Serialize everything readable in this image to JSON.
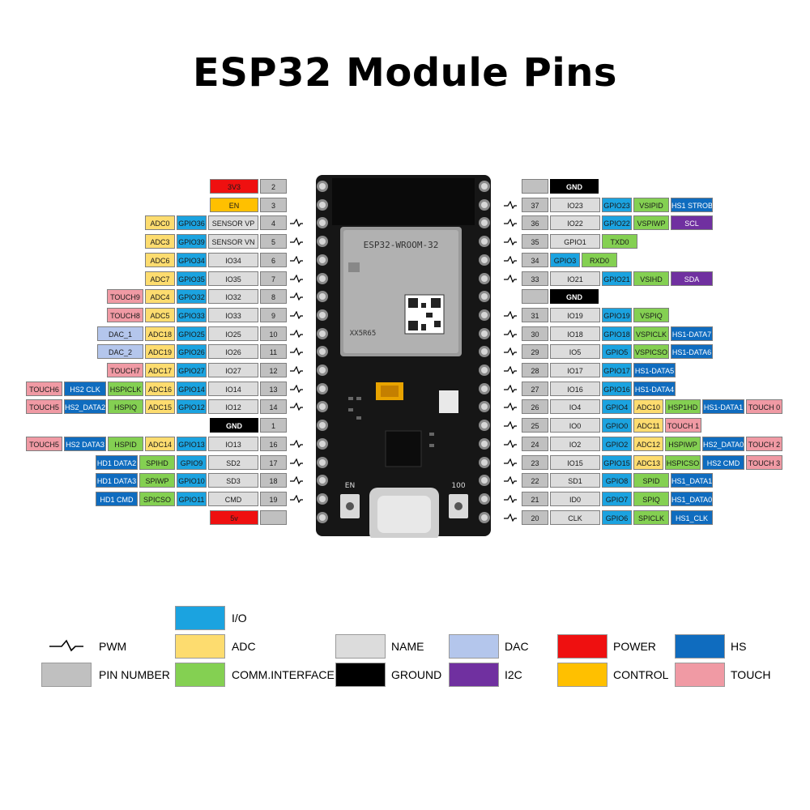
{
  "title": "ESP32 Module Pins",
  "colors": {
    "io": "#1ba3e0",
    "adc": "#fddc6f",
    "comm": "#84d052",
    "name": "#dcdcdc",
    "num": "#c0c0c0",
    "ground": "#000000",
    "dac": "#b4c6ec",
    "i2c": "#7030a0",
    "power": "#ef1010",
    "control": "#ffc000",
    "hs": "#0f6cbf",
    "touch": "#f09aa4"
  },
  "left_rows": [
    {
      "pwm": false,
      "cells": [
        {
          "t": "power",
          "v": "3V3"
        },
        {
          "t": "num",
          "v": "2"
        }
      ]
    },
    {
      "pwm": false,
      "cells": [
        {
          "t": "control",
          "v": "EN"
        },
        {
          "t": "num",
          "v": "3"
        }
      ]
    },
    {
      "pwm": true,
      "cells": [
        {
          "t": "adc",
          "v": "ADC0"
        },
        {
          "t": "io",
          "v": "GPIO36"
        },
        {
          "t": "name",
          "v": "SENSOR VP"
        },
        {
          "t": "num",
          "v": "4"
        }
      ]
    },
    {
      "pwm": true,
      "cells": [
        {
          "t": "adc",
          "v": "ADC3"
        },
        {
          "t": "io",
          "v": "GPIO39"
        },
        {
          "t": "name",
          "v": "SENSOR VN"
        },
        {
          "t": "num",
          "v": "5"
        }
      ]
    },
    {
      "pwm": true,
      "cells": [
        {
          "t": "adc",
          "v": "ADC6"
        },
        {
          "t": "io",
          "v": "GPIO34"
        },
        {
          "t": "name",
          "v": "IO34"
        },
        {
          "t": "num",
          "v": "6"
        }
      ]
    },
    {
      "pwm": true,
      "cells": [
        {
          "t": "adc",
          "v": "ADC7"
        },
        {
          "t": "io",
          "v": "GPIO35"
        },
        {
          "t": "name",
          "v": "IO35"
        },
        {
          "t": "num",
          "v": "7"
        }
      ]
    },
    {
      "pwm": true,
      "cells": [
        {
          "t": "touch",
          "v": "TOUCH9"
        },
        {
          "t": "adc",
          "v": "ADC4"
        },
        {
          "t": "io",
          "v": "GPIO32"
        },
        {
          "t": "name",
          "v": "IO32"
        },
        {
          "t": "num",
          "v": "8"
        }
      ]
    },
    {
      "pwm": true,
      "cells": [
        {
          "t": "touch",
          "v": "TOUCH8"
        },
        {
          "t": "adc",
          "v": "ADC5"
        },
        {
          "t": "io",
          "v": "GPIO33"
        },
        {
          "t": "name",
          "v": "IO33"
        },
        {
          "t": "num",
          "v": "9"
        }
      ]
    },
    {
      "pwm": true,
      "cells": [
        {
          "t": "dac",
          "v": "DAC_1"
        },
        {
          "t": "adc",
          "v": "ADC18"
        },
        {
          "t": "io",
          "v": "GPIO25"
        },
        {
          "t": "name",
          "v": "IO25"
        },
        {
          "t": "num",
          "v": "10"
        }
      ]
    },
    {
      "pwm": true,
      "cells": [
        {
          "t": "dac",
          "v": "DAC_2"
        },
        {
          "t": "adc",
          "v": "ADC19"
        },
        {
          "t": "io",
          "v": "GPIO26"
        },
        {
          "t": "name",
          "v": "IO26"
        },
        {
          "t": "num",
          "v": "11"
        }
      ]
    },
    {
      "pwm": true,
      "cells": [
        {
          "t": "touch",
          "v": "TOUCH7"
        },
        {
          "t": "adc",
          "v": "ADC17"
        },
        {
          "t": "io",
          "v": "GPIO27"
        },
        {
          "t": "name",
          "v": "IO27"
        },
        {
          "t": "num",
          "v": "12"
        }
      ]
    },
    {
      "pwm": true,
      "cells": [
        {
          "t": "touch",
          "v": "TOUCH6"
        },
        {
          "t": "hs",
          "v": "HS2 CLK"
        },
        {
          "t": "comm",
          "v": "HSPICLK"
        },
        {
          "t": "adc",
          "v": "ADC16"
        },
        {
          "t": "io",
          "v": "GPIO14"
        },
        {
          "t": "name",
          "v": "IO14"
        },
        {
          "t": "num",
          "v": "13"
        }
      ]
    },
    {
      "pwm": true,
      "cells": [
        {
          "t": "touch",
          "v": "TOUCH5"
        },
        {
          "t": "hs",
          "v": "HS2_DATA2"
        },
        {
          "t": "comm",
          "v": "HSPIQ"
        },
        {
          "t": "adc",
          "v": "ADC15"
        },
        {
          "t": "io",
          "v": "GPIO12"
        },
        {
          "t": "name",
          "v": "IO12"
        },
        {
          "t": "num",
          "v": "14"
        }
      ]
    },
    {
      "pwm": false,
      "cells": [
        {
          "t": "ground",
          "v": "GND"
        },
        {
          "t": "num",
          "v": "1"
        }
      ]
    },
    {
      "pwm": true,
      "cells": [
        {
          "t": "touch",
          "v": "TOUCH5"
        },
        {
          "t": "hs",
          "v": "HS2 DATA3"
        },
        {
          "t": "comm",
          "v": "HSPID"
        },
        {
          "t": "adc",
          "v": "ADC14"
        },
        {
          "t": "io",
          "v": "GPIO13"
        },
        {
          "t": "name",
          "v": "IO13"
        },
        {
          "t": "num",
          "v": "16"
        }
      ]
    },
    {
      "pwm": true,
      "cells": [
        {
          "t": "hs",
          "v": "HD1 DATA2"
        },
        {
          "t": "comm",
          "v": "SPIHD"
        },
        {
          "t": "io",
          "v": "GPIO9"
        },
        {
          "t": "name",
          "v": "SD2"
        },
        {
          "t": "num",
          "v": "17"
        }
      ]
    },
    {
      "pwm": true,
      "cells": [
        {
          "t": "hs",
          "v": "HD1 DATA3"
        },
        {
          "t": "comm",
          "v": "SPIWP"
        },
        {
          "t": "io",
          "v": "GPIO10"
        },
        {
          "t": "name",
          "v": "SD3"
        },
        {
          "t": "num",
          "v": "18"
        }
      ]
    },
    {
      "pwm": true,
      "cells": [
        {
          "t": "hs",
          "v": "HD1 CMD"
        },
        {
          "t": "comm",
          "v": "SPICSO"
        },
        {
          "t": "io",
          "v": "GPIO11"
        },
        {
          "t": "name",
          "v": "CMD"
        },
        {
          "t": "num",
          "v": "19"
        }
      ]
    },
    {
      "pwm": false,
      "cells": [
        {
          "t": "power",
          "v": "5v"
        },
        {
          "t": "num",
          "v": ""
        }
      ]
    }
  ],
  "right_rows": [
    {
      "pwm": false,
      "cells": [
        {
          "t": "num",
          "v": ""
        },
        {
          "t": "ground",
          "v": "GND"
        }
      ]
    },
    {
      "pwm": true,
      "cells": [
        {
          "t": "num",
          "v": "37"
        },
        {
          "t": "name",
          "v": "IO23"
        },
        {
          "t": "io",
          "v": "GPIO23"
        },
        {
          "t": "comm",
          "v": "VSIPID"
        },
        {
          "t": "hs",
          "v": "HS1 STROBE"
        }
      ]
    },
    {
      "pwm": true,
      "cells": [
        {
          "t": "num",
          "v": "36"
        },
        {
          "t": "name",
          "v": "IO22"
        },
        {
          "t": "io",
          "v": "GPIO22"
        },
        {
          "t": "comm",
          "v": "VSPIWP"
        },
        {
          "t": "i2c",
          "v": "SCL"
        }
      ]
    },
    {
      "pwm": true,
      "cells": [
        {
          "t": "num",
          "v": "35"
        },
        {
          "t": "name",
          "v": "GPIO1"
        },
        {
          "t": "comm",
          "v": "TXD0"
        }
      ]
    },
    {
      "pwm": true,
      "cells": [
        {
          "t": "num",
          "v": "34"
        },
        {
          "t": "io",
          "v": "GPIO3"
        },
        {
          "t": "comm",
          "v": "RXD0"
        }
      ]
    },
    {
      "pwm": true,
      "cells": [
        {
          "t": "num",
          "v": "33"
        },
        {
          "t": "name",
          "v": "IO21"
        },
        {
          "t": "io",
          "v": "GPIO21"
        },
        {
          "t": "comm",
          "v": "VSIHD"
        },
        {
          "t": "i2c",
          "v": "SDA"
        }
      ]
    },
    {
      "pwm": false,
      "cells": [
        {
          "t": "num",
          "v": ""
        },
        {
          "t": "ground",
          "v": "GND"
        }
      ]
    },
    {
      "pwm": true,
      "cells": [
        {
          "t": "num",
          "v": "31"
        },
        {
          "t": "name",
          "v": "IO19"
        },
        {
          "t": "io",
          "v": "GPIO19"
        },
        {
          "t": "comm",
          "v": "VSPIQ"
        }
      ]
    },
    {
      "pwm": true,
      "cells": [
        {
          "t": "num",
          "v": "30"
        },
        {
          "t": "name",
          "v": "IO18"
        },
        {
          "t": "io",
          "v": "GPIO18"
        },
        {
          "t": "comm",
          "v": "VSPICLK"
        },
        {
          "t": "hs",
          "v": "HS1-DATA7"
        }
      ]
    },
    {
      "pwm": true,
      "cells": [
        {
          "t": "num",
          "v": "29"
        },
        {
          "t": "name",
          "v": "IO5"
        },
        {
          "t": "io",
          "v": "GPIO5"
        },
        {
          "t": "comm",
          "v": "VSPICSO"
        },
        {
          "t": "hs",
          "v": "HS1-DATA6"
        }
      ]
    },
    {
      "pwm": true,
      "cells": [
        {
          "t": "num",
          "v": "28"
        },
        {
          "t": "name",
          "v": "IO17"
        },
        {
          "t": "io",
          "v": "GPIO17"
        },
        {
          "t": "hs",
          "v": "HS1-DATA5"
        }
      ]
    },
    {
      "pwm": true,
      "cells": [
        {
          "t": "num",
          "v": "27"
        },
        {
          "t": "name",
          "v": "IO16"
        },
        {
          "t": "io",
          "v": "GPIO16"
        },
        {
          "t": "hs",
          "v": "HS1-DATA4"
        }
      ]
    },
    {
      "pwm": true,
      "cells": [
        {
          "t": "num",
          "v": "26"
        },
        {
          "t": "name",
          "v": "IO4"
        },
        {
          "t": "io",
          "v": "GPIO4"
        },
        {
          "t": "adc",
          "v": "ADC10"
        },
        {
          "t": "comm",
          "v": "HSP1HD"
        },
        {
          "t": "hs",
          "v": "HS1-DATA1"
        },
        {
          "t": "touch",
          "v": "TOUCH 0"
        }
      ]
    },
    {
      "pwm": true,
      "cells": [
        {
          "t": "num",
          "v": "25"
        },
        {
          "t": "name",
          "v": "IO0"
        },
        {
          "t": "io",
          "v": "GPIO0"
        },
        {
          "t": "adc",
          "v": "ADC11"
        },
        {
          "t": "touch",
          "v": "TOUCH 1"
        }
      ]
    },
    {
      "pwm": true,
      "cells": [
        {
          "t": "num",
          "v": "24"
        },
        {
          "t": "name",
          "v": "IO2"
        },
        {
          "t": "io",
          "v": "GPIO2"
        },
        {
          "t": "adc",
          "v": "ADC12"
        },
        {
          "t": "comm",
          "v": "HSPIWP"
        },
        {
          "t": "hs",
          "v": "HS2_DATA0"
        },
        {
          "t": "touch",
          "v": "TOUCH 2"
        }
      ]
    },
    {
      "pwm": true,
      "cells": [
        {
          "t": "num",
          "v": "23"
        },
        {
          "t": "name",
          "v": "IO15"
        },
        {
          "t": "io",
          "v": "GPIO15"
        },
        {
          "t": "adc",
          "v": "ADC13"
        },
        {
          "t": "comm",
          "v": "HSPICSO"
        },
        {
          "t": "hs",
          "v": "HS2 CMD"
        },
        {
          "t": "touch",
          "v": "TOUCH 3"
        }
      ]
    },
    {
      "pwm": true,
      "cells": [
        {
          "t": "num",
          "v": "22"
        },
        {
          "t": "name",
          "v": "SD1"
        },
        {
          "t": "io",
          "v": "GPIO8"
        },
        {
          "t": "comm",
          "v": "SPID"
        },
        {
          "t": "hs",
          "v": "HS1_DATA1"
        }
      ]
    },
    {
      "pwm": true,
      "cells": [
        {
          "t": "num",
          "v": "21"
        },
        {
          "t": "name",
          "v": "ID0"
        },
        {
          "t": "io",
          "v": "GPIO7"
        },
        {
          "t": "comm",
          "v": "SPIQ"
        },
        {
          "t": "hs",
          "v": "HS1_DATA0"
        }
      ]
    },
    {
      "pwm": true,
      "cells": [
        {
          "t": "num",
          "v": "20"
        },
        {
          "t": "name",
          "v": "CLK"
        },
        {
          "t": "io",
          "v": "GPIO6"
        },
        {
          "t": "comm",
          "v": "SPICLK"
        },
        {
          "t": "hs",
          "v": "HS1_CLK"
        }
      ]
    }
  ],
  "board": {
    "module_label": "ESP32-WROOM-32",
    "module_code": "XX5R65",
    "button_left": "EN",
    "button_right": "100"
  },
  "legend": {
    "pwm": "PWM",
    "io": "I/O",
    "adc": "ADC",
    "num": "PIN NUMBER",
    "comm": "COMM.INTERFACE",
    "name": "NAME",
    "ground": "GROUND",
    "dac": "DAC",
    "i2c": "I2C",
    "power": "POWER",
    "control": "CONTROL",
    "hs": "HS",
    "touch": "TOUCH"
  }
}
